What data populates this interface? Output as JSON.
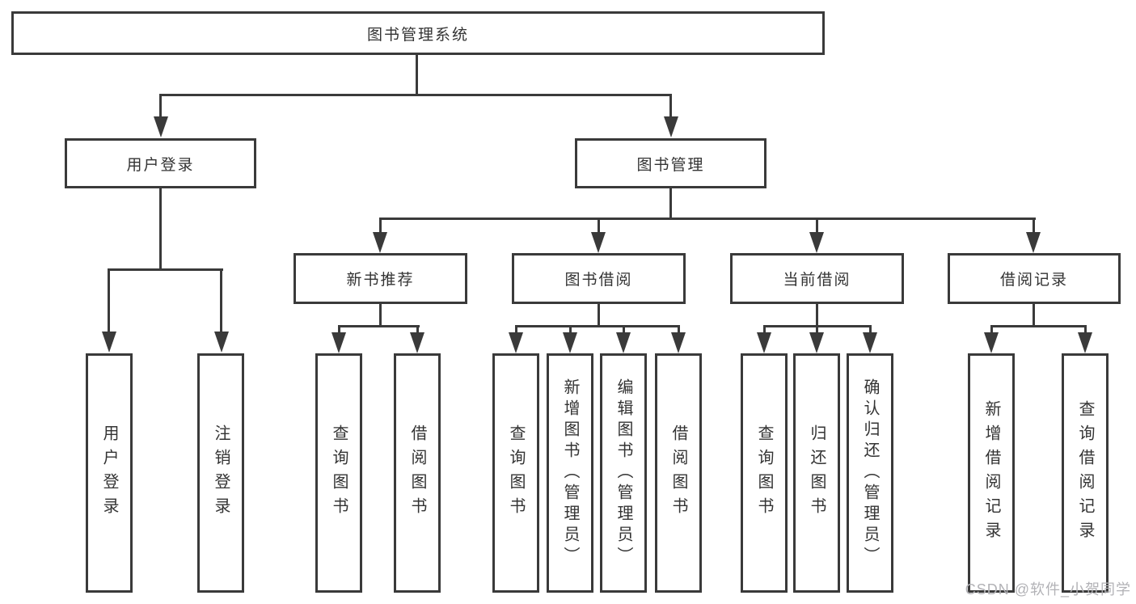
{
  "diagram": {
    "root": {
      "label": "图书管理系统"
    },
    "level2": [
      {
        "label": "用户登录",
        "leaves": [
          "用户登录",
          "注销登录"
        ]
      },
      {
        "label": "图书管理",
        "groups": [
          {
            "label": "新书推荐",
            "leaves": [
              "查询图书",
              "借阅图书"
            ]
          },
          {
            "label": "图书借阅",
            "leaves": [
              "查询图书",
              "新增图书（管理员）",
              "编辑图书（管理员）",
              "借阅图书"
            ]
          },
          {
            "label": "当前借阅",
            "leaves": [
              "查询图书",
              "归还图书",
              "确认归还（管理员）"
            ]
          },
          {
            "label": "借阅记录",
            "leaves": [
              "新增借阅记录",
              "查询借阅记录"
            ]
          }
        ]
      }
    ]
  },
  "watermark": {
    "text": "CSDN @软件_小贺同学"
  },
  "colors": {
    "line": "#3a3a3a",
    "box_border": "#3a3a3a",
    "text": "#333333",
    "watermark": "#b2b2b6",
    "background": "#ffffff"
  }
}
